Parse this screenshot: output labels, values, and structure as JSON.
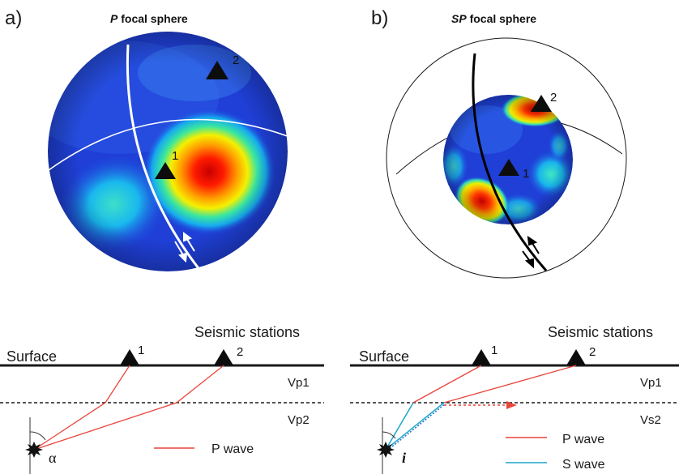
{
  "panel_a": {
    "letter": "a)",
    "title_italic": "P",
    "title_rest": " focal sphere"
  },
  "panel_b": {
    "letter": "b)",
    "title_italic": "SP",
    "title_rest": " focal sphere"
  },
  "stations": {
    "first": "1",
    "second": "2"
  },
  "section_a": {
    "surface": "Surface",
    "stations_label": "Seismic stations",
    "layer1": "Vp1",
    "layer2": "Vp2",
    "legend_p": "P wave",
    "angle": "α"
  },
  "section_b": {
    "surface": "Surface",
    "stations_label": "Seismic stations",
    "layer1": "Vp1",
    "layer2": "Vs2",
    "legend_p": "P wave",
    "legend_s": "S wave",
    "angle": "i"
  },
  "colors": {
    "p_wave": "#e8453c",
    "s_wave": "#1aa6c9",
    "sphere_low": "#1f3fd6",
    "sphere_high": "#d40000"
  }
}
